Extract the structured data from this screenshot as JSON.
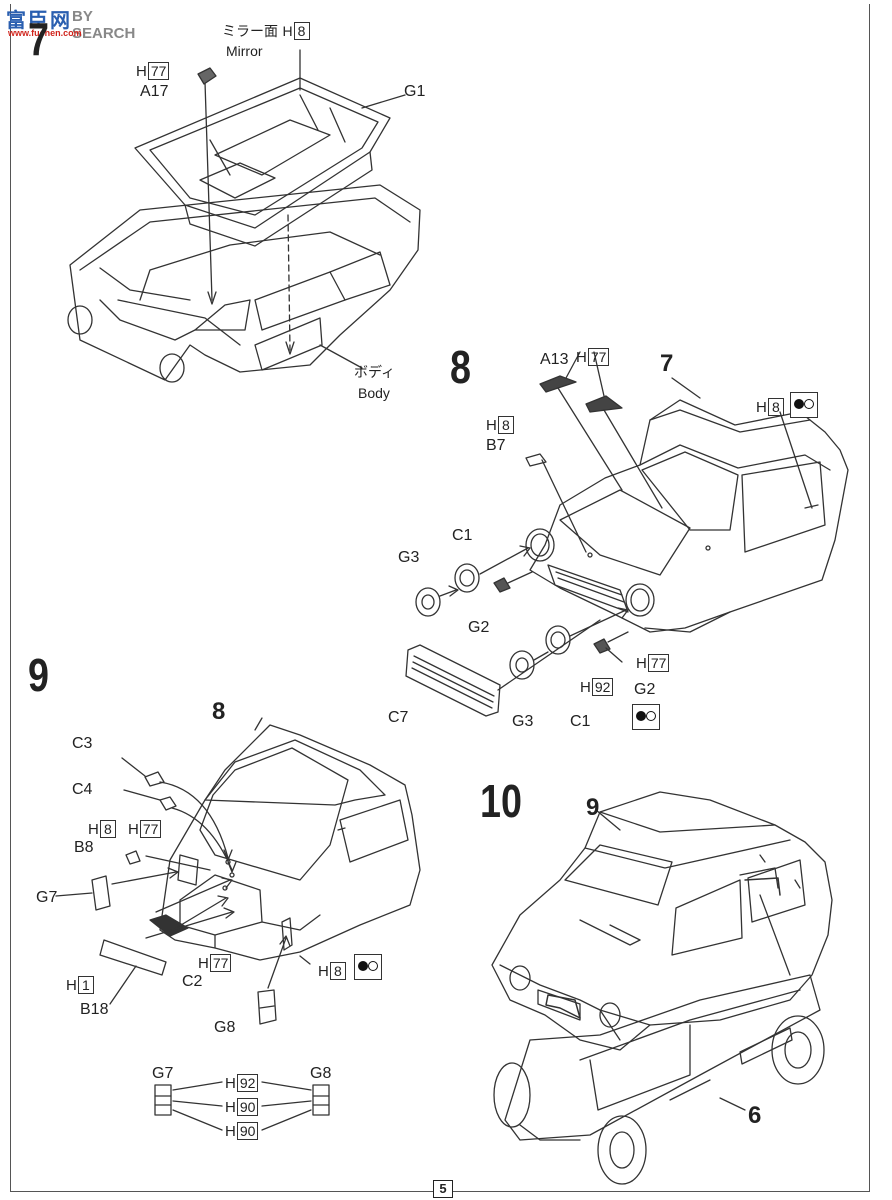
{
  "watermark": {
    "cn": "富臣网",
    "en": "BY SEARCH",
    "url": "www.fuchen.com"
  },
  "steps": {
    "s7": "7",
    "s8": "8",
    "s9": "9",
    "s10": "10"
  },
  "step7": {
    "mirror_ja": "ミラー面",
    "mirror_en": "Mirror",
    "mirror_paint": "8",
    "h": "H",
    "a17_paint": "77",
    "a17": "A17",
    "g1": "G1",
    "body_ja": "ボディ",
    "body_en": "Body"
  },
  "step8": {
    "a13": "A13",
    "a13_paint": "77",
    "ref7": "7",
    "door_paint": "8",
    "b7_paint": "8",
    "b7": "B7",
    "c1_top": "C1",
    "g3_left": "G3",
    "g2_top": "G2",
    "h77_right": "77",
    "h92": "92",
    "g2_bottom": "G2",
    "c7": "C7",
    "g3_bottom": "G3",
    "c1_bottom": "C1"
  },
  "step9": {
    "ref8": "8",
    "c3": "C3",
    "c4": "C4",
    "h8": "8",
    "h77a": "77",
    "b8": "B8",
    "g7": "G7",
    "c2": "C2",
    "h77b": "77",
    "h8b": "8",
    "h1": "1",
    "b18": "B18",
    "g8": "G8",
    "legend_g7": "G7",
    "legend_g8": "G8",
    "legend_h92": "92",
    "legend_h90a": "90",
    "legend_h90b": "90"
  },
  "step10": {
    "ref9": "9",
    "ref6": "6"
  },
  "page": {
    "number": "5"
  }
}
